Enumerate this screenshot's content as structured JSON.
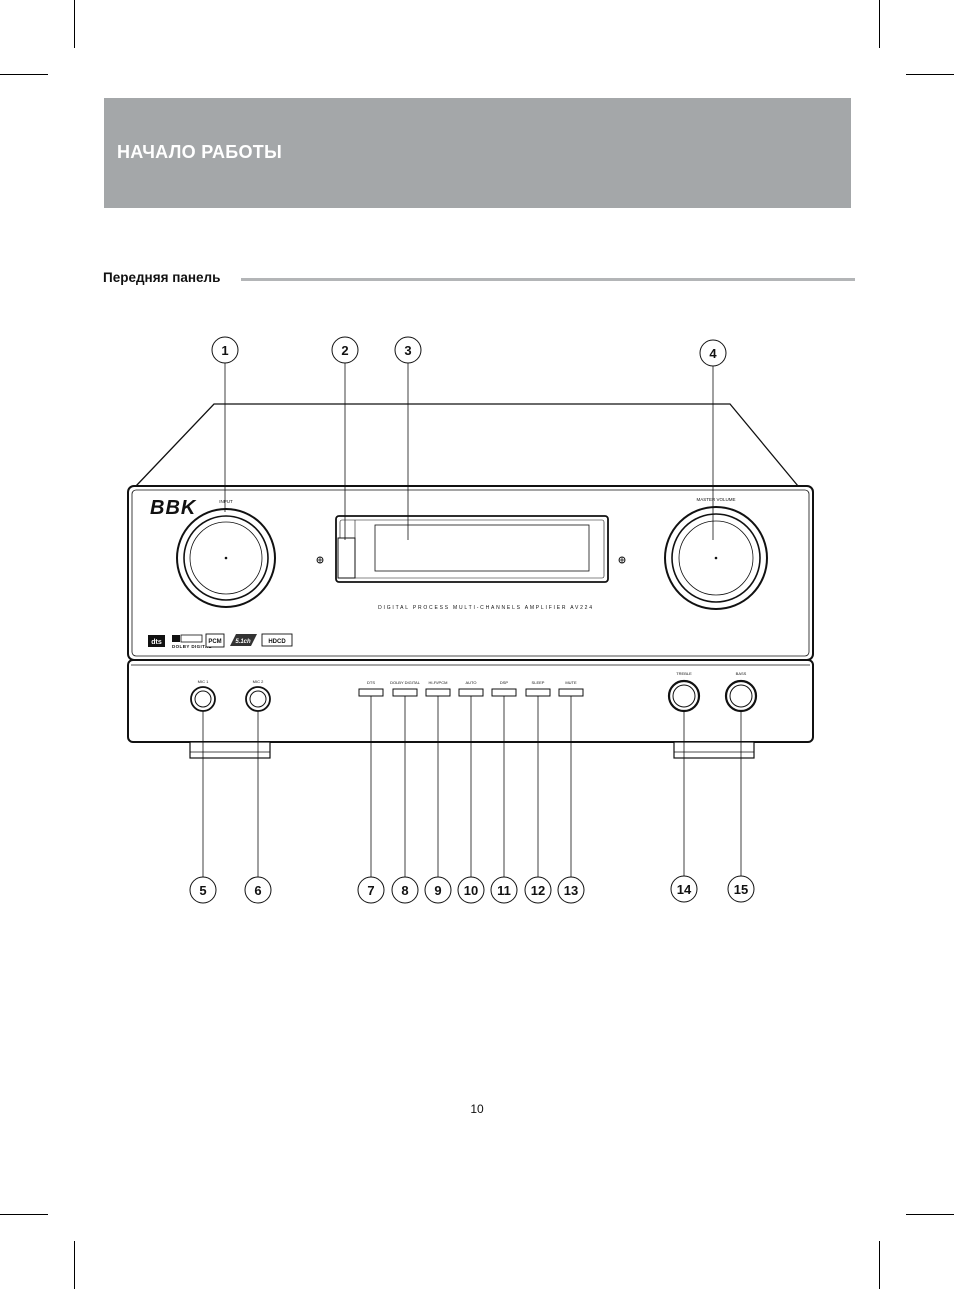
{
  "header": {
    "title": "НАЧАЛО РАБОТЫ"
  },
  "section": {
    "title": "Передняя панель"
  },
  "page": {
    "number": "10"
  },
  "device": {
    "brand": "BBK",
    "model_text": "DIGITAL PROCESS MULTI-CHANNELS AMPLIFIER AV224",
    "knob_labels": {
      "input": "INPUT",
      "master_volume": "MASTER VOLUME",
      "treble": "TREBLE",
      "bass": "BASS"
    },
    "mic_labels": [
      "MIC 1",
      "MIC 2"
    ],
    "buttons": [
      "DTS",
      "DOLBY DIGITAL",
      "HI-FI/PCM",
      "AUTO",
      "DSP",
      "SLEEP",
      "MUTE"
    ],
    "badges": [
      "dts",
      "DOLBY DIGITAL",
      "PCM",
      "5.1ch",
      "HDCD"
    ]
  },
  "callouts": [
    "1",
    "2",
    "3",
    "4",
    "5",
    "6",
    "7",
    "8",
    "9",
    "10",
    "11",
    "12",
    "13",
    "14",
    "15"
  ]
}
